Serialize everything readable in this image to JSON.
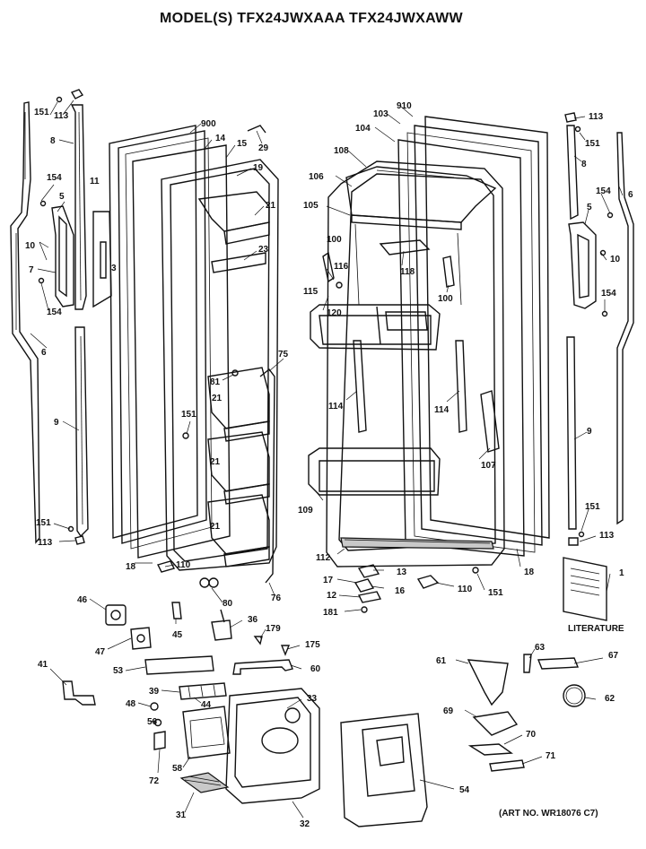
{
  "title": "MODEL(S) TFX24JWXAAA  TFX24JWXAWW",
  "literature_label": "LITERATURE",
  "art_number": "(ART NO. WR18076 C7)",
  "callouts": [
    "151",
    "113",
    "8",
    "154",
    "5",
    "11",
    "10",
    "3",
    "7",
    "154",
    "6",
    "9",
    "151",
    "113",
    "900",
    "14",
    "15",
    "29",
    "19",
    "21",
    "23",
    "81",
    "21",
    "151",
    "21",
    "21",
    "18",
    "110",
    "80",
    "76",
    "75",
    "910",
    "103",
    "104",
    "108",
    "106",
    "105",
    "100",
    "116",
    "118",
    "115",
    "120",
    "100",
    "114",
    "114",
    "107",
    "109",
    "112",
    "18",
    "13",
    "17",
    "16",
    "12",
    "110",
    "151",
    "181",
    "113",
    "151",
    "8",
    "154",
    "5",
    "6",
    "10",
    "154",
    "9",
    "151",
    "113",
    "1",
    "46",
    "45",
    "36",
    "179",
    "175",
    "47",
    "53",
    "60",
    "41",
    "39",
    "44",
    "33",
    "48",
    "56",
    "72",
    "58",
    "31",
    "32",
    "63",
    "67",
    "61",
    "62",
    "69",
    "70",
    "71",
    "54"
  ]
}
